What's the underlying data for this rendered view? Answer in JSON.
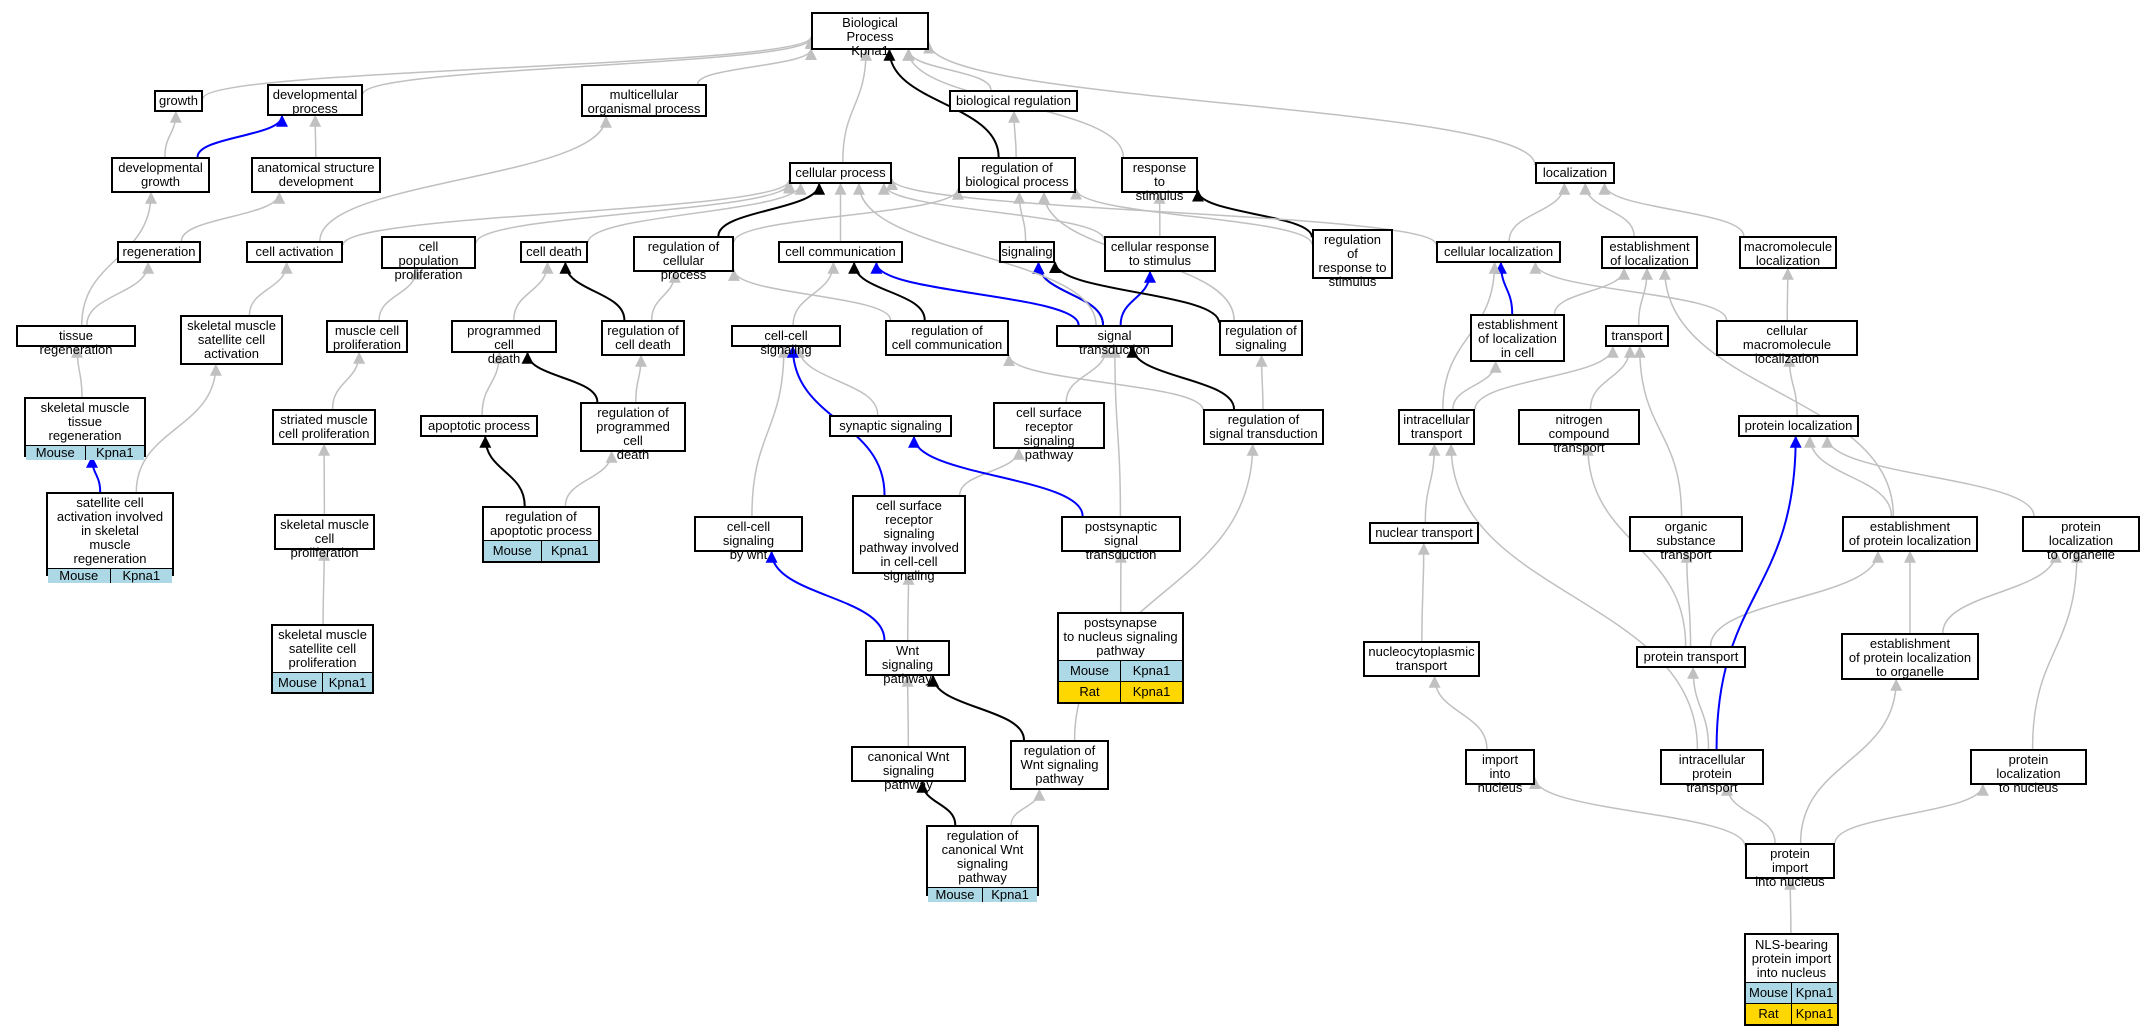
{
  "colors": {
    "plain": "#c0c0c0",
    "regulates": "#000000",
    "part_of": "#0000ff",
    "mouse": "#add8e6",
    "rat": "#ffd700"
  },
  "nodes": [
    {
      "id": "root",
      "label": "Biological Process\nKpna1"
    },
    {
      "id": "growth",
      "label": "growth"
    },
    {
      "id": "devproc",
      "label": "developmental\nprocess"
    },
    {
      "id": "multi",
      "label": "multicellular\norganismal process"
    },
    {
      "id": "bioreg",
      "label": "biological regulation"
    },
    {
      "id": "devgrowth",
      "label": "developmental\ngrowth"
    },
    {
      "id": "anat",
      "label": "anatomical structure\ndevelopment"
    },
    {
      "id": "cellproc",
      "label": "cellular process"
    },
    {
      "id": "regbio",
      "label": "regulation of\nbiological process"
    },
    {
      "id": "resp",
      "label": "response to\nstimulus"
    },
    {
      "id": "loc",
      "label": "localization"
    },
    {
      "id": "regen",
      "label": "regeneration"
    },
    {
      "id": "cellact",
      "label": "cell activation"
    },
    {
      "id": "cellpopprolif",
      "label": "cell population\nproliferation"
    },
    {
      "id": "celldeath",
      "label": "cell death"
    },
    {
      "id": "regcellproc",
      "label": "regulation of\ncellular process"
    },
    {
      "id": "cellcomm",
      "label": "cell communication"
    },
    {
      "id": "signaling",
      "label": "signaling"
    },
    {
      "id": "cellresp",
      "label": "cellular response\nto stimulus"
    },
    {
      "id": "regresp",
      "label": "regulation of\nresponse to\nstimulus"
    },
    {
      "id": "cellloc",
      "label": "cellular localization"
    },
    {
      "id": "estloc",
      "label": "establishment\nof localization"
    },
    {
      "id": "macroloc",
      "label": "macromolecule\nlocalization"
    },
    {
      "id": "tissueregen",
      "label": "tissue regeneration"
    },
    {
      "id": "smscact",
      "label": "skeletal muscle\nsatellite cell\nactivation"
    },
    {
      "id": "mcprolif",
      "label": "muscle cell\nproliferation"
    },
    {
      "id": "pcd",
      "label": "programmed cell\ndeath"
    },
    {
      "id": "regcelldeath",
      "label": "regulation of\ncell death"
    },
    {
      "id": "ccsig",
      "label": "cell-cell signaling"
    },
    {
      "id": "regcellcomm",
      "label": "regulation of\ncell communication"
    },
    {
      "id": "sigtrans",
      "label": "signal transduction"
    },
    {
      "id": "regsig",
      "label": "regulation of\nsignaling"
    },
    {
      "id": "estlocincell",
      "label": "establishment\nof localization\nin cell"
    },
    {
      "id": "transport",
      "label": "transport"
    },
    {
      "id": "cellmacroloc",
      "label": "cellular macromolecule\nlocalization"
    },
    {
      "id": "smtr",
      "label": "skeletal muscle\ntissue regeneration",
      "rows": [
        [
          "Mouse",
          "Kpna1"
        ]
      ],
      "rowcolors": [
        "mouse"
      ]
    },
    {
      "id": "smcprolif",
      "label": "striated muscle\ncell proliferation"
    },
    {
      "id": "apop",
      "label": "apoptotic process"
    },
    {
      "id": "regpcd",
      "label": "regulation of\nprogrammed cell\ndeath"
    },
    {
      "id": "synsig",
      "label": "synaptic signaling"
    },
    {
      "id": "csrsp",
      "label": "cell surface\nreceptor signaling\npathway"
    },
    {
      "id": "regsigtrans",
      "label": "regulation of\nsignal transduction"
    },
    {
      "id": "intratrans",
      "label": "intracellular\ntransport"
    },
    {
      "id": "nctrans",
      "label": "nitrogen compound\ntransport"
    },
    {
      "id": "protloc",
      "label": "protein localization"
    },
    {
      "id": "satact",
      "label": "satellite cell\nactivation involved\nin skeletal\nmuscle regeneration",
      "rows": [
        [
          "Mouse",
          "Kpna1"
        ]
      ],
      "rowcolors": [
        "mouse"
      ]
    },
    {
      "id": "regapop",
      "label": "regulation of\napoptotic process",
      "rows": [
        [
          "Mouse",
          "Kpna1"
        ]
      ],
      "rowcolors": [
        "mouse"
      ]
    },
    {
      "id": "ccsigwnt",
      "label": "cell-cell signaling\nby wnt"
    },
    {
      "id": "csrspcc",
      "label": "cell surface\nreceptor signaling\npathway involved\nin cell-cell\nsignaling"
    },
    {
      "id": "postsyn",
      "label": "postsynaptic\nsignal transduction"
    },
    {
      "id": "skmcprolif",
      "label": "skeletal muscle\ncell proliferation"
    },
    {
      "id": "nuctrans",
      "label": "nuclear transport"
    },
    {
      "id": "orgsub",
      "label": "organic substance\ntransport"
    },
    {
      "id": "estprotloc",
      "label": "establishment\nof protein localization"
    },
    {
      "id": "protlocorg",
      "label": "protein localization\nto organelle"
    },
    {
      "id": "postsynnuc",
      "label": "postsynapse\nto nucleus signaling\npathway",
      "rows": [
        [
          "Mouse",
          "Kpna1"
        ],
        [
          "Rat",
          "Kpna1"
        ]
      ],
      "rowcolors": [
        "mouse",
        "rat"
      ]
    },
    {
      "id": "wnt",
      "label": "Wnt signaling\npathway"
    },
    {
      "id": "smscprolif",
      "label": "skeletal muscle\nsatellite cell\nproliferation",
      "rows": [
        [
          "Mouse",
          "Kpna1"
        ]
      ],
      "rowcolors": [
        "mouse"
      ]
    },
    {
      "id": "ncytrans",
      "label": "nucleocytoplasmic\ntransport"
    },
    {
      "id": "prottrans",
      "label": "protein transport"
    },
    {
      "id": "estprotlocorg",
      "label": "establishment\nof protein localization\nto organelle"
    },
    {
      "id": "canwnt",
      "label": "canonical Wnt\nsignaling pathway"
    },
    {
      "id": "regwnt",
      "label": "regulation of\nWnt signaling\npathway"
    },
    {
      "id": "importnuc",
      "label": "import into\nnucleus"
    },
    {
      "id": "intraprottrans",
      "label": "intracellular\nprotein transport"
    },
    {
      "id": "protlocnuc",
      "label": "protein localization\nto nucleus"
    },
    {
      "id": "regcanwnt",
      "label": "regulation of\ncanonical Wnt\nsignaling pathway",
      "rows": [
        [
          "Mouse",
          "Kpna1"
        ]
      ],
      "rowcolors": [
        "mouse"
      ]
    },
    {
      "id": "protimport",
      "label": "protein import\ninto nucleus"
    },
    {
      "id": "nls",
      "label": "NLS-bearing\nprotein import\ninto nucleus",
      "rows": [
        [
          "Mouse",
          "Kpna1"
        ],
        [
          "Rat",
          "Kpna1"
        ]
      ],
      "rowcolors": [
        "mouse",
        "rat"
      ]
    }
  ],
  "edges": [
    [
      "growth",
      "root",
      "plain"
    ],
    [
      "devproc",
      "root",
      "plain"
    ],
    [
      "multi",
      "root",
      "plain"
    ],
    [
      "bioreg",
      "root",
      "plain"
    ],
    [
      "cellproc",
      "root",
      "plain"
    ],
    [
      "regbio",
      "root",
      "regulates"
    ],
    [
      "resp",
      "root",
      "plain"
    ],
    [
      "loc",
      "root",
      "plain"
    ],
    [
      "devgrowth",
      "growth",
      "plain"
    ],
    [
      "devgrowth",
      "devproc",
      "part_of"
    ],
    [
      "anat",
      "devproc",
      "plain"
    ],
    [
      "regbio",
      "bioreg",
      "plain"
    ],
    [
      "regen",
      "anat",
      "plain"
    ],
    [
      "cellact",
      "cellproc",
      "plain"
    ],
    [
      "cellact",
      "multi",
      "plain"
    ],
    [
      "cellpopprolif",
      "cellproc",
      "plain"
    ],
    [
      "celldeath",
      "cellproc",
      "plain"
    ],
    [
      "regcellproc",
      "cellproc",
      "regulates"
    ],
    [
      "regcellproc",
      "regbio",
      "plain"
    ],
    [
      "cellcomm",
      "cellproc",
      "plain"
    ],
    [
      "signaling",
      "regbio",
      "plain"
    ],
    [
      "cellresp",
      "cellproc",
      "plain"
    ],
    [
      "cellresp",
      "resp",
      "plain"
    ],
    [
      "regresp",
      "regbio",
      "plain"
    ],
    [
      "regresp",
      "resp",
      "regulates"
    ],
    [
      "cellloc",
      "cellproc",
      "plain"
    ],
    [
      "cellloc",
      "loc",
      "plain"
    ],
    [
      "estloc",
      "loc",
      "plain"
    ],
    [
      "macroloc",
      "loc",
      "plain"
    ],
    [
      "tissueregen",
      "devgrowth",
      "plain"
    ],
    [
      "tissueregen",
      "regen",
      "plain"
    ],
    [
      "smscact",
      "cellact",
      "plain"
    ],
    [
      "mcprolif",
      "cellpopprolif",
      "plain"
    ],
    [
      "pcd",
      "celldeath",
      "plain"
    ],
    [
      "regcelldeath",
      "celldeath",
      "regulates"
    ],
    [
      "regcelldeath",
      "regcellproc",
      "plain"
    ],
    [
      "ccsig",
      "cellcomm",
      "plain"
    ],
    [
      "regcellcomm",
      "cellcomm",
      "regulates"
    ],
    [
      "regcellcomm",
      "regcellproc",
      "plain"
    ],
    [
      "sigtrans",
      "signaling",
      "regulates"
    ],
    [
      "sigtrans",
      "cellcomm",
      "part_of"
    ],
    [
      "sigtrans",
      "cellresp",
      "part_of"
    ],
    [
      "sigtrans",
      "signaling",
      "part_of"
    ],
    [
      "sigtrans",
      "cellproc",
      "plain"
    ],
    [
      "regsig",
      "signaling",
      "regulates"
    ],
    [
      "regsig",
      "regbio",
      "plain"
    ],
    [
      "estlocincell",
      "cellloc",
      "part_of"
    ],
    [
      "estlocincell",
      "estloc",
      "plain"
    ],
    [
      "transport",
      "estloc",
      "plain"
    ],
    [
      "cellmacroloc",
      "cellloc",
      "plain"
    ],
    [
      "cellmacroloc",
      "macroloc",
      "plain"
    ],
    [
      "smtr",
      "tissueregen",
      "plain"
    ],
    [
      "smcprolif",
      "mcprolif",
      "plain"
    ],
    [
      "regpcd",
      "pcd",
      "regulates"
    ],
    [
      "regpcd",
      "regcelldeath",
      "plain"
    ],
    [
      "apop",
      "pcd",
      "plain"
    ],
    [
      "synsig",
      "ccsig",
      "plain"
    ],
    [
      "csrsp",
      "sigtrans",
      "plain"
    ],
    [
      "regsigtrans",
      "sigtrans",
      "regulates"
    ],
    [
      "regsigtrans",
      "regsig",
      "plain"
    ],
    [
      "regsigtrans",
      "regcellcomm",
      "plain"
    ],
    [
      "intratrans",
      "transport",
      "plain"
    ],
    [
      "intratrans",
      "cellloc",
      "plain"
    ],
    [
      "intratrans",
      "estlocincell",
      "plain"
    ],
    [
      "nctrans",
      "transport",
      "plain"
    ],
    [
      "protloc",
      "cellmacroloc",
      "plain"
    ],
    [
      "satact",
      "smtr",
      "part_of"
    ],
    [
      "satact",
      "smscact",
      "plain"
    ],
    [
      "regapop",
      "apop",
      "regulates"
    ],
    [
      "regapop",
      "regpcd",
      "plain"
    ],
    [
      "ccsigwnt",
      "ccsig",
      "plain"
    ],
    [
      "csrspcc",
      "ccsig",
      "part_of"
    ],
    [
      "csrspcc",
      "csrsp",
      "plain"
    ],
    [
      "postsyn",
      "synsig",
      "part_of"
    ],
    [
      "postsyn",
      "sigtrans",
      "plain"
    ],
    [
      "skmcprolif",
      "smcprolif",
      "plain"
    ],
    [
      "nuctrans",
      "intratrans",
      "plain"
    ],
    [
      "orgsub",
      "transport",
      "plain"
    ],
    [
      "estprotloc",
      "protloc",
      "plain"
    ],
    [
      "estprotloc",
      "estloc",
      "plain"
    ],
    [
      "protlocorg",
      "protloc",
      "plain"
    ],
    [
      "postsynnuc",
      "postsyn",
      "plain"
    ],
    [
      "wnt",
      "ccsigwnt",
      "part_of"
    ],
    [
      "wnt",
      "csrspcc",
      "plain"
    ],
    [
      "smscprolif",
      "skmcprolif",
      "plain"
    ],
    [
      "ncytrans",
      "nuctrans",
      "plain"
    ],
    [
      "prottrans",
      "orgsub",
      "plain"
    ],
    [
      "prottrans",
      "nctrans",
      "plain"
    ],
    [
      "prottrans",
      "estprotloc",
      "plain"
    ],
    [
      "estprotlocorg",
      "estprotloc",
      "plain"
    ],
    [
      "estprotlocorg",
      "protlocorg",
      "plain"
    ],
    [
      "canwnt",
      "wnt",
      "plain"
    ],
    [
      "regwnt",
      "wnt",
      "regulates"
    ],
    [
      "regwnt",
      "regsigtrans",
      "plain"
    ],
    [
      "importnuc",
      "ncytrans",
      "plain"
    ],
    [
      "intraprottrans",
      "intratrans",
      "plain"
    ],
    [
      "intraprottrans",
      "prottrans",
      "plain"
    ],
    [
      "intraprottrans",
      "protloc",
      "part_of"
    ],
    [
      "protlocnuc",
      "protlocorg",
      "plain"
    ],
    [
      "regcanwnt",
      "canwnt",
      "regulates"
    ],
    [
      "regcanwnt",
      "regwnt",
      "plain"
    ],
    [
      "protimport",
      "importnuc",
      "plain"
    ],
    [
      "protimport",
      "intraprottrans",
      "plain"
    ],
    [
      "protimport",
      "protlocnuc",
      "plain"
    ],
    [
      "protimport",
      "estprotlocorg",
      "plain"
    ],
    [
      "nls",
      "protimport",
      "plain"
    ]
  ]
}
